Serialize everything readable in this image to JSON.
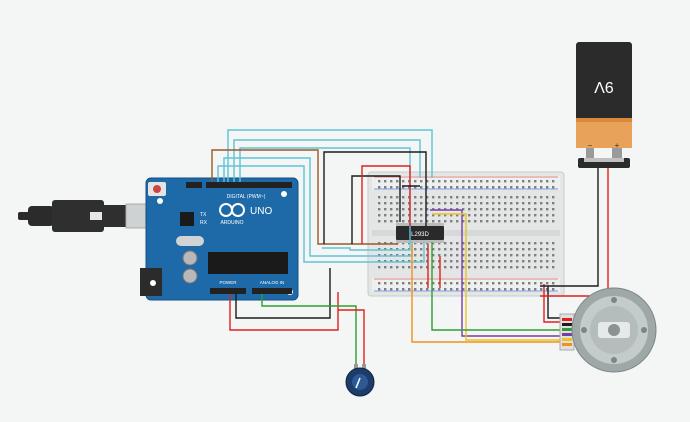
{
  "arduino": {
    "brand_text": "ARDUINO",
    "model_text": "UNO",
    "digital_label": "DIGITAL (PWM~)",
    "power_label": "POWER",
    "analog_label": "ANALOG IN",
    "tx_label": "TX",
    "rx_label": "RX"
  },
  "chip": {
    "label": "L293D"
  },
  "battery": {
    "voltage_label": "9V",
    "minus_label": "−",
    "plus_label": "+"
  },
  "components": {
    "usb_cable": "usb-cable",
    "breadboard": "breadboard",
    "potentiometer": "potentiometer",
    "motor": "dc-motor-with-encoder"
  },
  "colors": {
    "board_blue": "#1e6aa8",
    "wire_red": "#e02020",
    "wire_black": "#1c1c1c",
    "wire_cyan": "#5ec4d8",
    "wire_brown": "#9a5a2a",
    "wire_green": "#2e9e32",
    "wire_orange": "#f0901e",
    "wire_yellow": "#e8c420",
    "wire_purple": "#7a3aa8",
    "battery_orange": "#e9a25a"
  }
}
